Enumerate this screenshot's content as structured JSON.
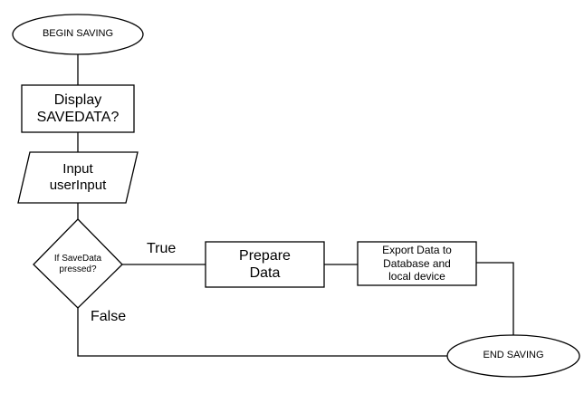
{
  "nodes": {
    "begin": {
      "type": "terminator",
      "label": "BEGIN SAVING"
    },
    "display": {
      "type": "process",
      "label": "Display\nSAVEDATA?"
    },
    "input": {
      "type": "io",
      "label": "Input\nuserInput"
    },
    "decision": {
      "type": "decision",
      "label": "If SaveData\npressed?"
    },
    "prepare": {
      "type": "process",
      "label": "Prepare\nData"
    },
    "export": {
      "type": "process",
      "label": "Export Data to\nDatabase and\nlocal device"
    },
    "end": {
      "type": "terminator",
      "label": "END SAVING"
    }
  },
  "edges": {
    "true_label": "True",
    "false_label": "False"
  }
}
